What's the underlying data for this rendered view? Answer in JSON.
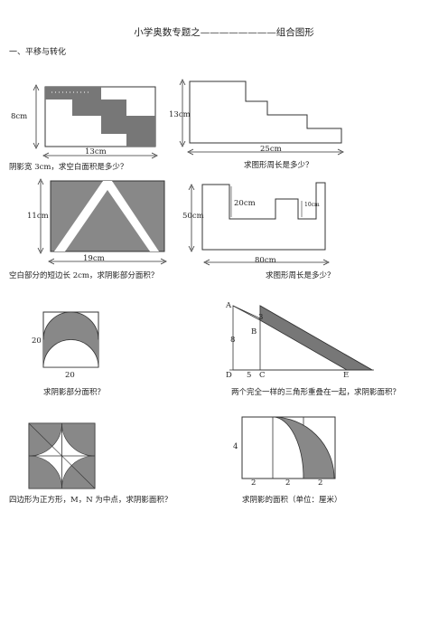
{
  "title": "小学奥数专题之————————组合图形",
  "section1": "一、平移与转化",
  "fig1": {
    "height_label": "8cm",
    "width_label": "13cm",
    "caption": "阴影宽 3cm，求空白面积是多少？"
  },
  "fig2": {
    "height_label": "13cm",
    "width_label": "25cm",
    "caption": "求图形周长是多少？"
  },
  "fig3": {
    "height_label": "11cm",
    "width_label": "19cm",
    "caption": "空白部分的短边长 2cm，求阴影部分面积？"
  },
  "fig4": {
    "height_label": "50cm",
    "notch_label": "20cm",
    "small_label": "10cm",
    "width_label": "80cm",
    "caption": "求图形周长是多少？"
  },
  "fig5": {
    "side_label": "20",
    "bottom_label": "20",
    "caption": "求阴影部分面积？"
  },
  "fig6": {
    "A": "A",
    "B": "B",
    "C": "C",
    "D": "D",
    "E": "E",
    "num3": "3",
    "num8": "8",
    "num5": "5",
    "caption": "两个完全一样的三角形重叠在一起，求阴影面积？"
  },
  "fig7": {
    "caption": "四边形为正方形，M，N 为中点，求阴影面积？"
  },
  "fig8": {
    "height_label": "4",
    "w1": "2",
    "w2": "2",
    "w3": "2",
    "caption": "求阴影的面积（单位：厘米）"
  }
}
